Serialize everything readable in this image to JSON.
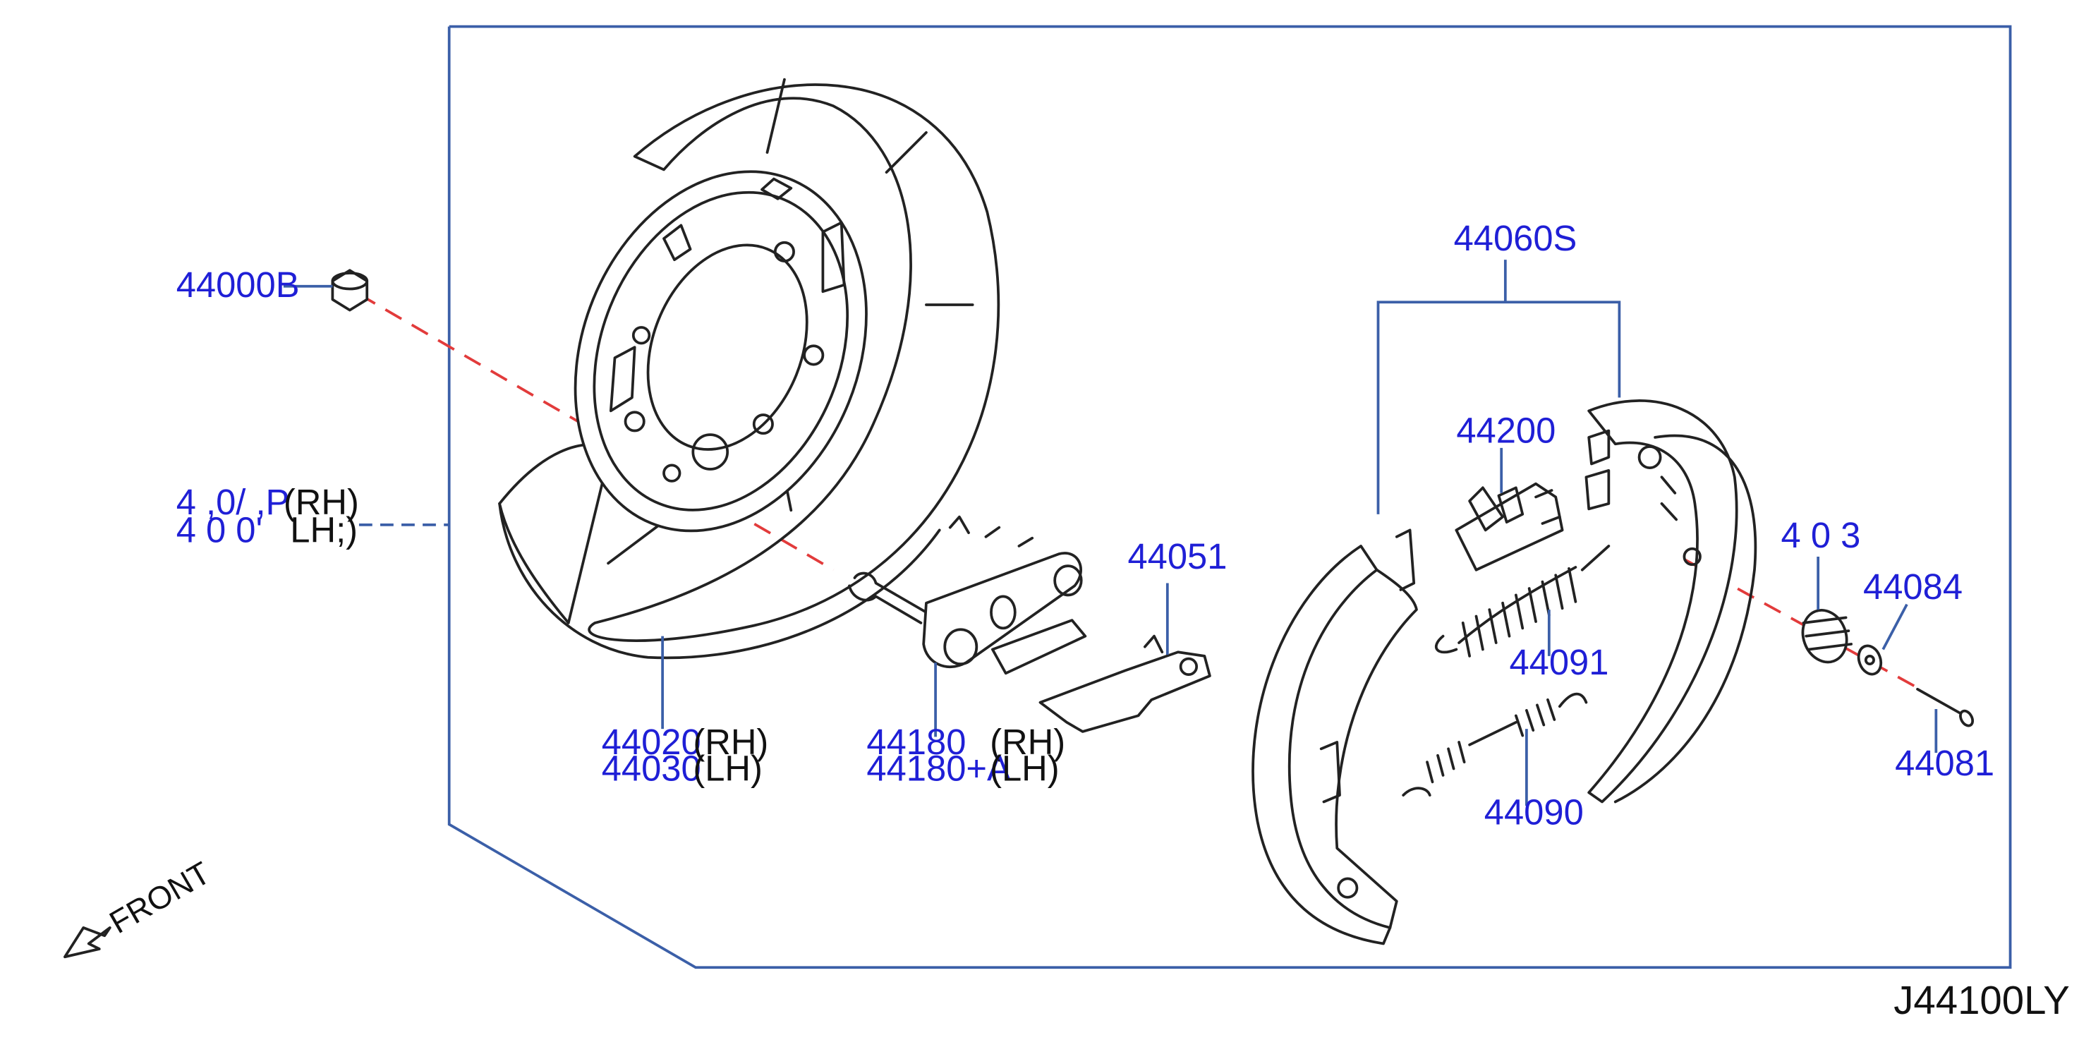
{
  "diagram": {
    "figure_code": "J44100LY",
    "front_label": "FRONT",
    "accent_color": "#1f1fd6",
    "leader_color": "#3b5fa8",
    "axis_color": "#e23b3b",
    "callouts": {
      "nut": "44000B",
      "plate_rh": "4 ,0/ ,P",
      "plate_lh": "4 0 0'",
      "plate_rh_side": "(RH)",
      "plate_lh_side": "LH;)",
      "shield_rh": "44020",
      "shield_lh": "44030",
      "shield_rh_side": "(RH)",
      "shield_lh_side": "(LH)",
      "lever_rh": "44180",
      "lever_lh": "44180+A",
      "lever_rh_side": "(RH)",
      "lever_lh_side": "(LH)",
      "adjuster_lever": "44051",
      "shoe_set": "44060S",
      "adjuster": "44200",
      "spring_upper": "44091",
      "spring_lower": "44090",
      "hold_spring": "4 0 3",
      "retainer": "44084",
      "pin": "44081"
    }
  }
}
